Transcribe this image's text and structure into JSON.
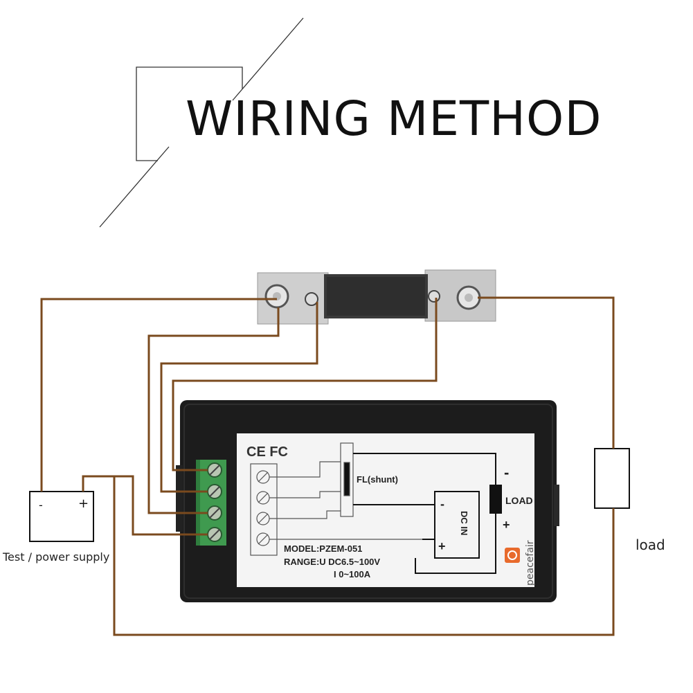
{
  "header": {
    "title": "WIRING METHOD"
  },
  "supply": {
    "caption": "Test / power supply",
    "minus": "-",
    "plus": "+"
  },
  "load": {
    "caption": "load"
  },
  "meter": {
    "certifications": "CE FC",
    "shunt_label": "FL(shunt)",
    "load_label": "LOAD",
    "load_minus": "-",
    "load_plus": "+",
    "dc_in": "DC IN",
    "dc_minus": "-",
    "dc_plus": "+",
    "model": "MODEL:PZEM-051",
    "range_u": "RANGE:U DC6.5~100V",
    "range_i": "I  0~100A",
    "brand": "peacefair"
  },
  "colors": {
    "wire": "#7a4a1e",
    "meter_body": "#1c1c1c",
    "terminal": "#3f9a4f",
    "label_bg": "#f4f4f4"
  },
  "icons": [
    "bolt-icon",
    "screw-icon",
    "resistor-icon",
    "battery-icon",
    "brand-logo-icon"
  ]
}
